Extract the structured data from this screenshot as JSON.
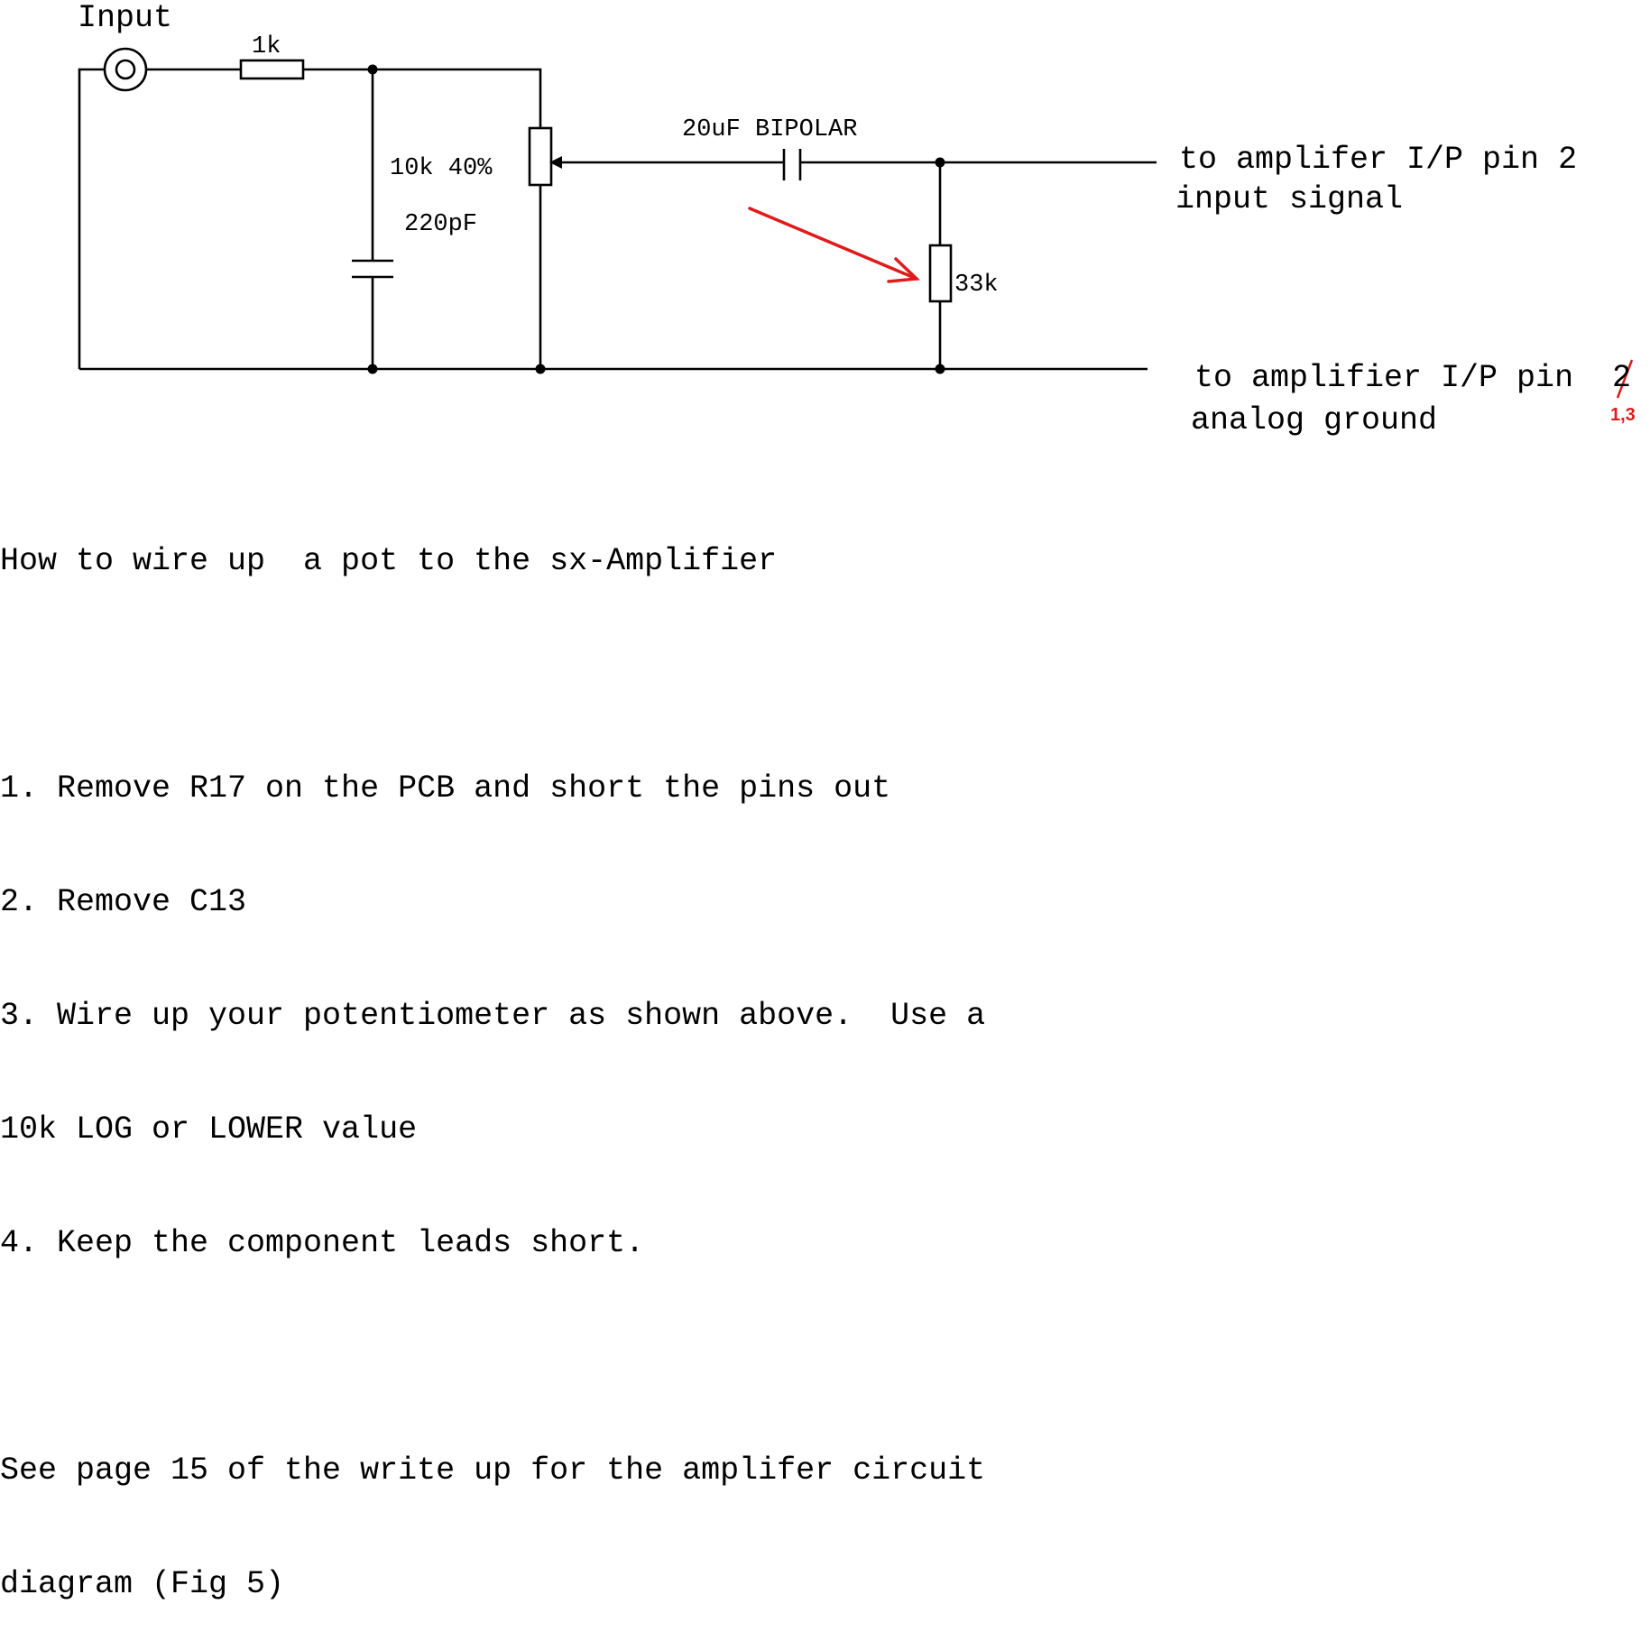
{
  "labels": {
    "input": "Input",
    "r_series": "1k",
    "pot": "10k 40%",
    "cap_shunt": "220pF",
    "cap_coupling": "20uF BIPOLAR",
    "r_load": "33k",
    "out_signal_line1": "to amplifer I/P pin 2",
    "out_signal_line2": "input signal",
    "out_ground_line1": "to amplifier I/P pin",
    "out_ground_struck_pin": "2",
    "out_ground_line2": "analog ground",
    "correction": "1,3"
  },
  "colors": {
    "annotation": "#e01b1b",
    "ink": "#000000"
  },
  "instructions": {
    "title": "How to wire up  a pot to the sx-Amplifier",
    "steps": [
      "1. Remove R17 on the PCB and short the pins out",
      "2. Remove C13",
      "3. Wire up your potentiometer as shown above.  Use a",
      "10k LOG or LOWER value",
      "4. Keep the component leads short."
    ],
    "note_line1": "See page 15 of the write up for the amplifer circuit",
    "note_line2": "diagram (Fig 5)"
  }
}
